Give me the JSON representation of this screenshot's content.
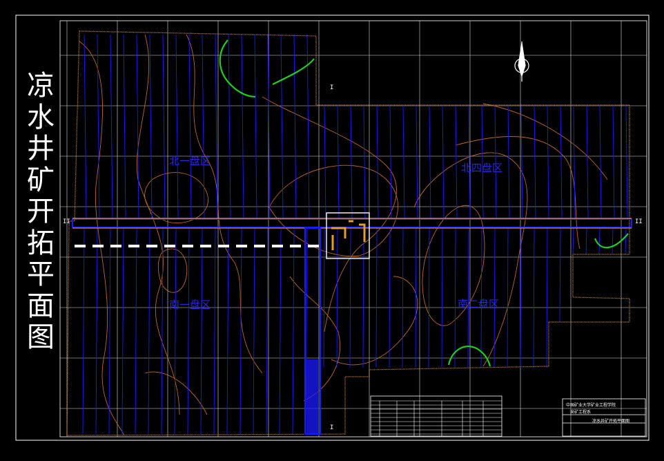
{
  "drawing": {
    "title_chars": [
      "凉",
      "水",
      "井",
      "矿",
      "开",
      "拓",
      "平",
      "面",
      "图"
    ],
    "zones": {
      "north_1": "北一盘区",
      "north_4": "北四盘区",
      "south_1": "南一盘区",
      "south_2": "南二盘区"
    },
    "markers": {
      "section_top": "I",
      "section_bottom": "I",
      "section_left": "II",
      "section_right": "II"
    },
    "title_block": {
      "org": "中国矿业大学矿业工程学院",
      "dept": "采矿工程系",
      "drawing_name": "凉水井矿开拓平面图"
    }
  },
  "colors": {
    "background": "#000000",
    "grid": "#ffffff",
    "boundary": "#d08a3a",
    "contour": "#b86a2a",
    "roadway": "#1a1aff",
    "fault": "#22cc22",
    "zone_label": "#2a2ad8"
  }
}
